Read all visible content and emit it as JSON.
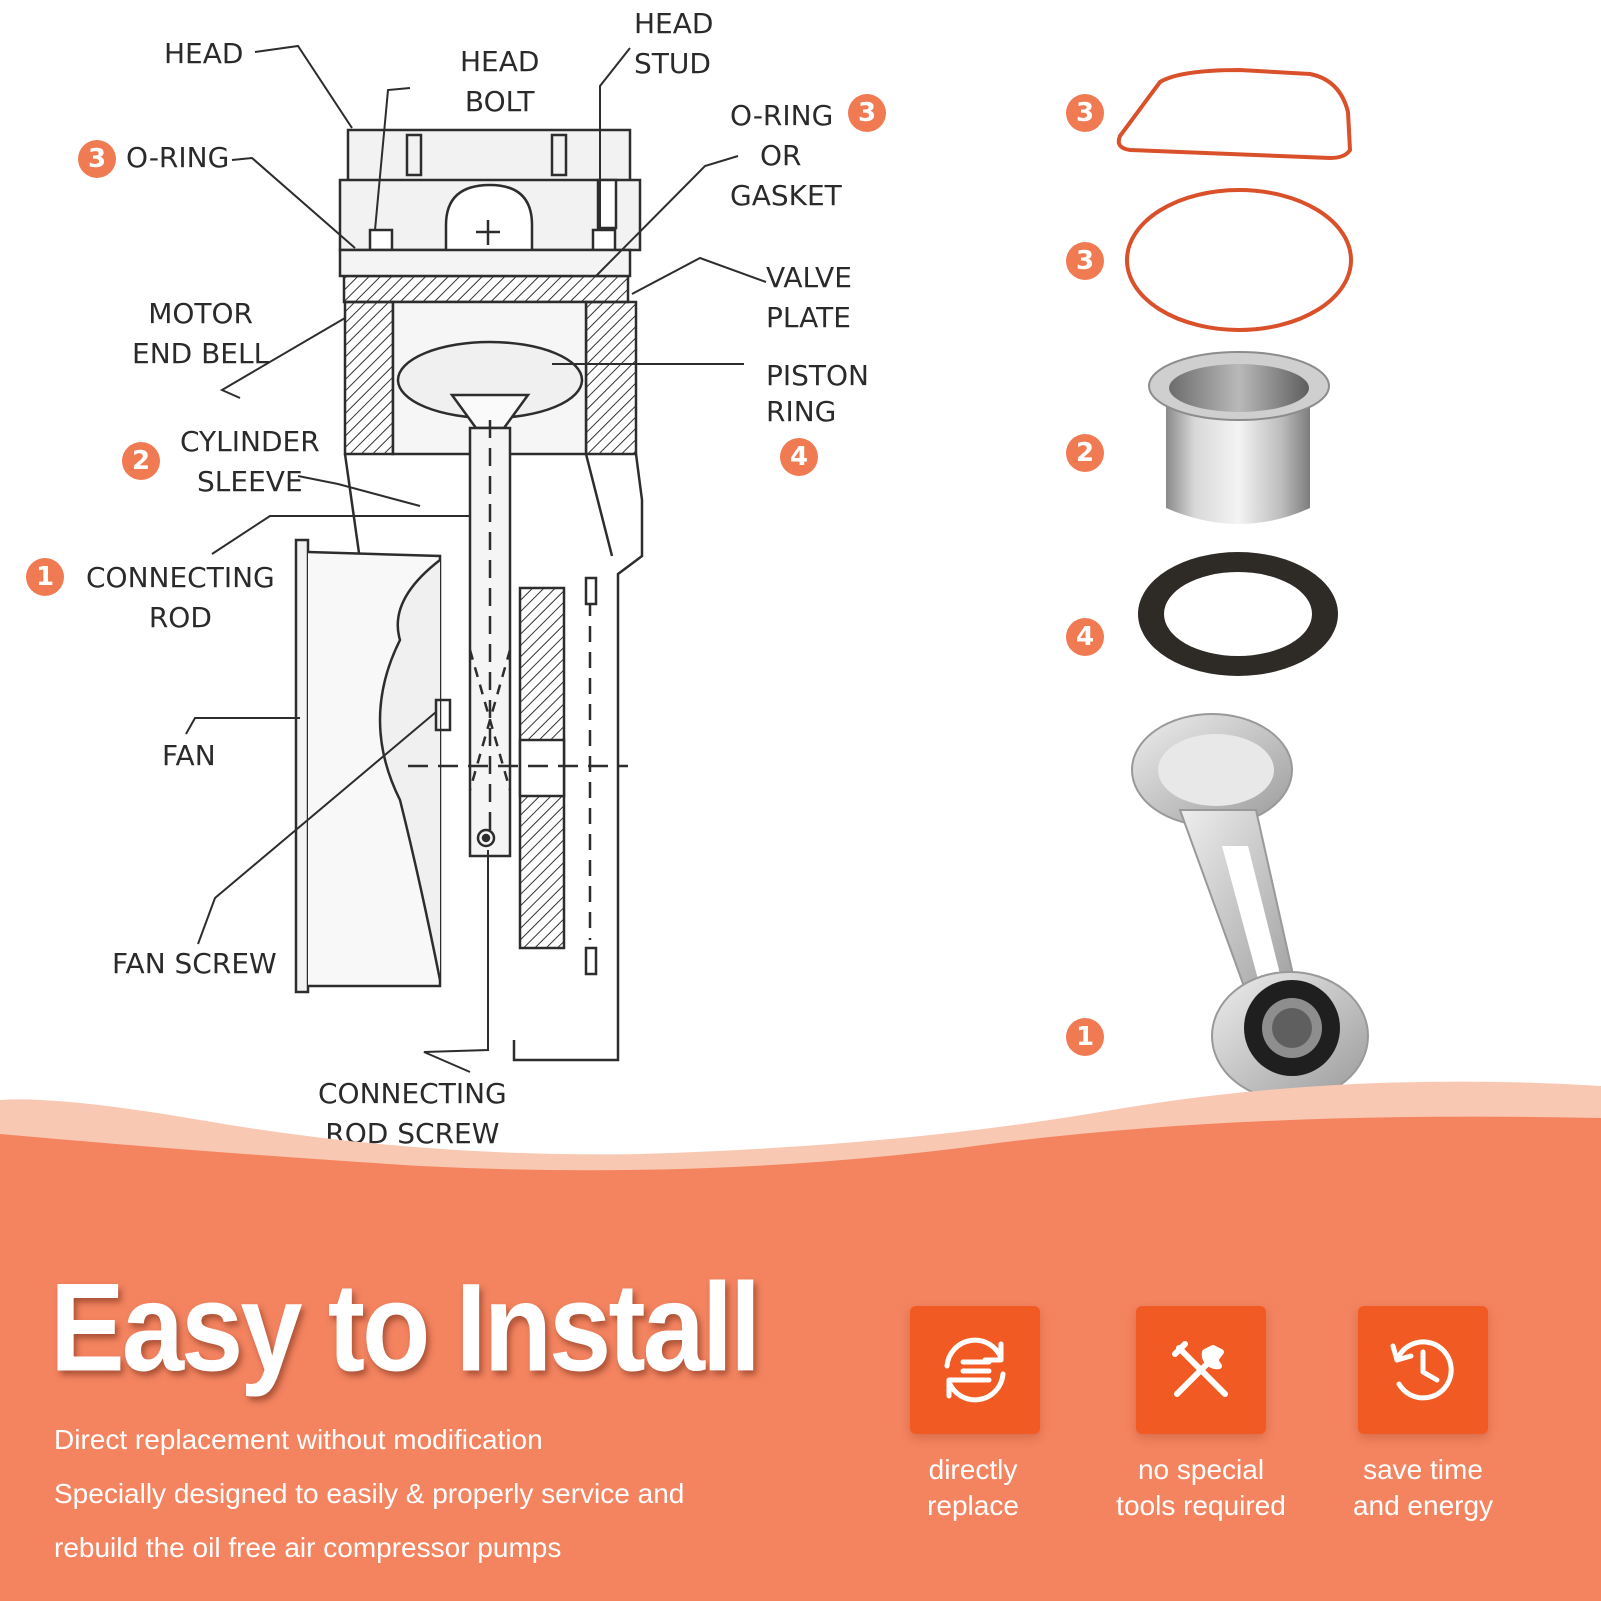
{
  "diagram": {
    "labels": {
      "head": "HEAD",
      "head_bolt": [
        "HEAD",
        "BOLT"
      ],
      "head_stud": [
        "HEAD",
        "STUD"
      ],
      "oring_left": "O-RING",
      "oring_gasket": [
        "O-RING",
        "OR",
        "GASKET"
      ],
      "valve_plate": [
        "VALVE",
        "PLATE"
      ],
      "motor_end_bell": [
        "MOTOR",
        "END BELL"
      ],
      "piston_ring": [
        "PISTON",
        "RING"
      ],
      "cylinder_sleeve": [
        "CYLINDER",
        "SLEEVE"
      ],
      "connecting_rod": [
        "CONNECTING",
        "ROD"
      ],
      "fan": "FAN",
      "fan_screw": "FAN SCREW",
      "connecting_rod_screw": [
        "CONNECTING",
        "ROD SCREW"
      ]
    },
    "badges": {
      "oring_left": "3",
      "oring_gasket": "3",
      "cylinder_sleeve": "2",
      "connecting_rod": "1",
      "piston_ring": "4"
    }
  },
  "parts": [
    {
      "badge": "3",
      "part": "o-ring-d-shaped"
    },
    {
      "badge": "3",
      "part": "o-ring-round"
    },
    {
      "badge": "2",
      "part": "cylinder-sleeve"
    },
    {
      "badge": "4",
      "part": "piston-ring"
    },
    {
      "badge": "1",
      "part": "connecting-rod"
    }
  ],
  "banner": {
    "headline": "Easy to Install",
    "lines": [
      "Direct replacement without modification",
      "Specially designed to easily & properly service and",
      "rebuild the oil free air compressor pumps"
    ],
    "features": [
      {
        "icon": "replace-arrows-icon",
        "lines": [
          "directly",
          "replace"
        ]
      },
      {
        "icon": "tools-icon",
        "lines": [
          "no special",
          "tools required"
        ]
      },
      {
        "icon": "clock-icon",
        "lines": [
          "save time",
          "and energy"
        ]
      }
    ]
  },
  "colors": {
    "accent": "#f07a52",
    "banner": "#f48460",
    "icon_box": "#f15a22",
    "oring": "#d9502a"
  }
}
